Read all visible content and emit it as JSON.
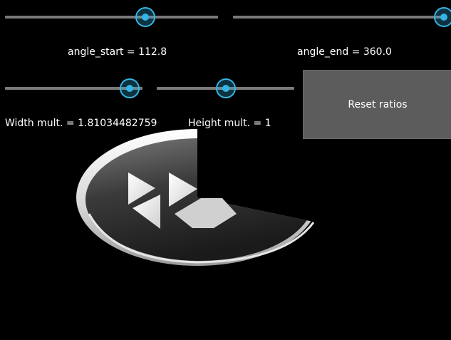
{
  "controls": {
    "angle_start": {
      "label": "angle_start = 112.8",
      "slider_fraction": 0.66
    },
    "angle_end": {
      "label": "angle_end = 360.0",
      "slider_fraction": 1.0
    },
    "width_mult": {
      "label": "Width mult. = 1.81034482759",
      "slider_fraction": 0.905
    },
    "height_mult": {
      "label": "Height mult. = 1",
      "slider_fraction": 0.5
    }
  },
  "reset_button": {
    "label": "Reset ratios"
  },
  "colors": {
    "accent": "#33b5e5",
    "track": "#7a7a7a",
    "button_bg": "#5c5c5c",
    "background": "#000000"
  },
  "graphic": {
    "icon": "fast-forward-icon"
  }
}
